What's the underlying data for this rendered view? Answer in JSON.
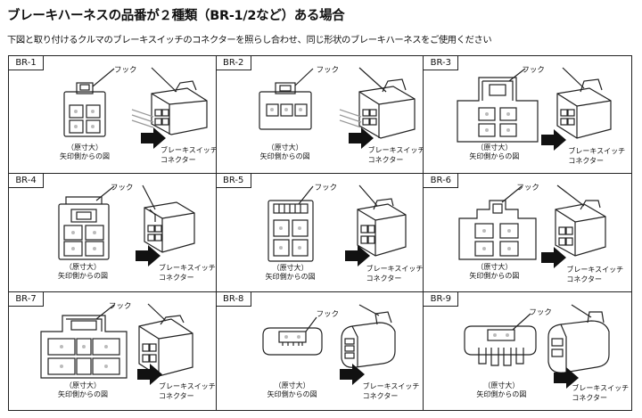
{
  "title": "ブレーキハーネスの品番が２種類（BR-1/2など）ある場合",
  "subtitle": "下図と取り付けるクルマのブレーキスイッチのコネクターを照らし合わせ、同じ形状のブレーキハーネスをご使用ください",
  "common": {
    "hook": "フック",
    "caption_line1": "（原寸大）",
    "caption_line2": "矢印側からの図",
    "switch_line1": "ブレーキスイッチ",
    "switch_line2": "コネクター"
  },
  "cells": [
    {
      "label": "BR-1"
    },
    {
      "label": "BR-2"
    },
    {
      "label": "BR-3"
    },
    {
      "label": "BR-4"
    },
    {
      "label": "BR-5"
    },
    {
      "label": "BR-6"
    },
    {
      "label": "BR-7"
    },
    {
      "label": "BR-8"
    },
    {
      "label": "BR-9"
    }
  ]
}
